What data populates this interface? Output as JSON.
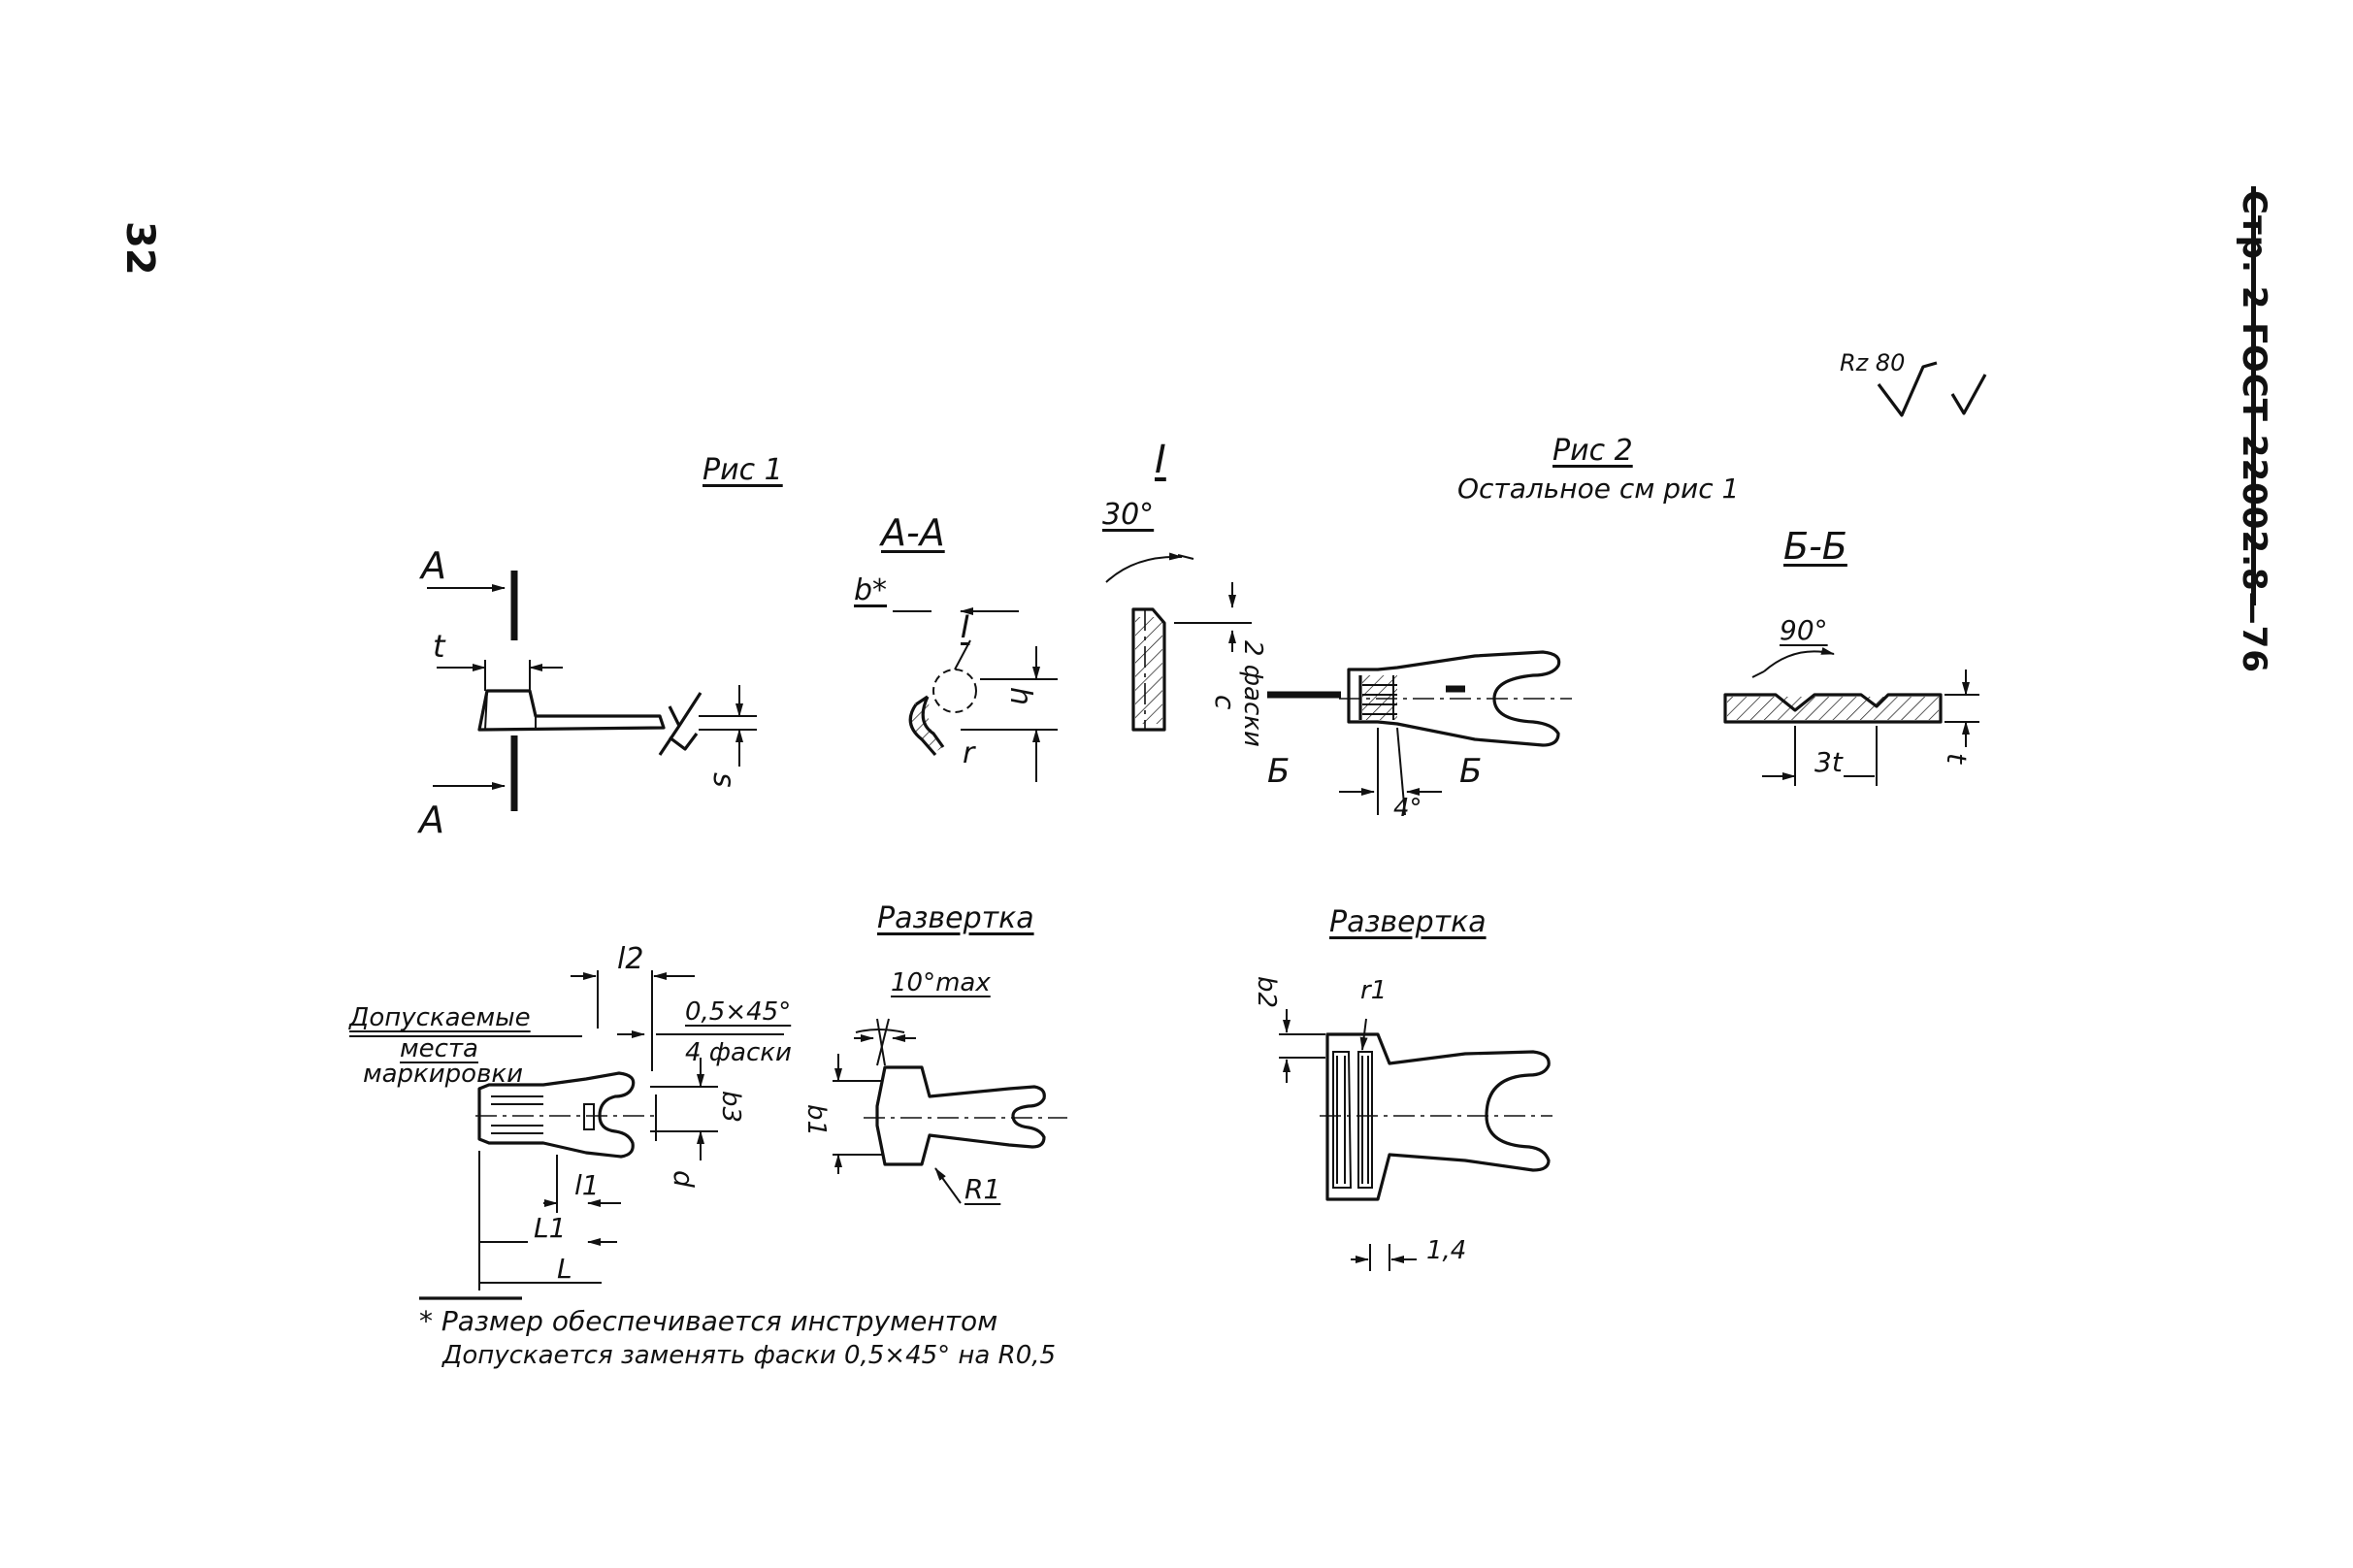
{
  "header": {
    "page_number": "32",
    "running_title": "Стр. 2 ГОСТ 22002.8—76"
  },
  "roughness": {
    "main_value": "Rz 80",
    "icon": "roughness-check-icon"
  },
  "fig1": {
    "title": "Рис 1",
    "section_mark_top": "A",
    "section_mark_bottom": "A",
    "dim_t": "t",
    "dim_s": "s",
    "section_aa": {
      "title": "A-A",
      "dim_b": "b*",
      "ref": "I",
      "dim_h": "h",
      "dim_r": "r"
    },
    "detail_i": {
      "title": "I",
      "angle": "30°",
      "dim_c": "c",
      "chamfers": "2 фаски"
    },
    "development": {
      "title": "Развертка",
      "angle": "10°max",
      "dim_b1": "b1",
      "radius": "R1"
    },
    "bottom_view": {
      "marking_label_1": "Допускаемые",
      "marking_label_2": "места",
      "marking_label_3": "маркировки",
      "dim_l2": "l2",
      "chamfer": "0,5×45°",
      "chamfer_count": "4 фаски",
      "dim_b3": "b3",
      "dim_d": "d",
      "dim_l1": "l1",
      "dim_L1": "L1",
      "dim_L": "L"
    }
  },
  "fig2": {
    "title": "Рис 2",
    "note": "Остальное см рис 1",
    "section_mark_left": "Б",
    "section_mark_right": "Б",
    "angle_4": "4°",
    "section_bb": {
      "title": "Б-Б",
      "angle": "90°",
      "dim_3t": "3t",
      "dim_t": "t"
    },
    "development": {
      "title": "Развертка",
      "dim_b2": "b2",
      "dim_r1": "r1",
      "dim_14": "1,4"
    }
  },
  "notes": {
    "star_note": "* Размер обеспечивается инструментом",
    "chamfer_note": "Допускается заменять фаски 0,5×45° на R0,5"
  }
}
